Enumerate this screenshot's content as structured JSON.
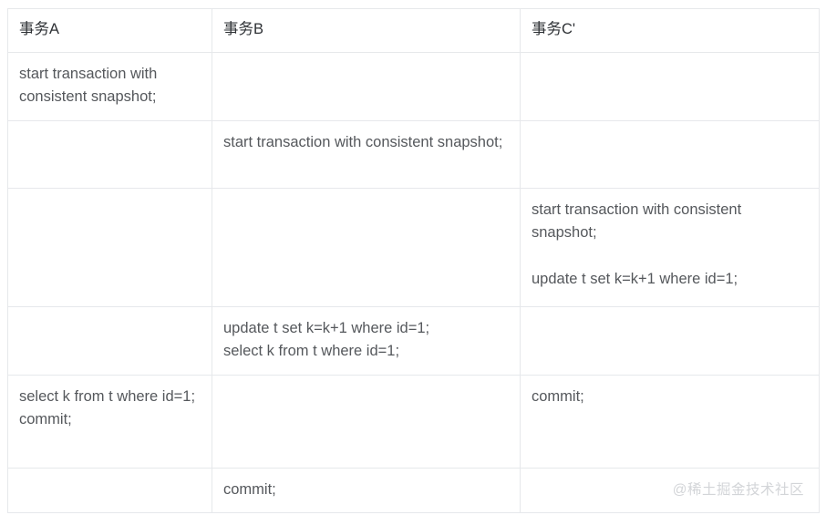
{
  "table": {
    "headers": [
      {
        "label": "事务A"
      },
      {
        "label": "事务B"
      },
      {
        "label": "事务C'"
      }
    ],
    "rows": [
      {
        "a": "start transaction with consistent snapshot;",
        "b": "",
        "c": ""
      },
      {
        "a": "",
        "b": "start transaction with consistent snapshot;",
        "c": ""
      },
      {
        "a": "",
        "b": "",
        "c": "start transaction with consistent snapshot;\n\nupdate t set k=k+1 where id=1;"
      },
      {
        "a": "",
        "b": "update t set k=k+1 where id=1;\nselect k from t where id=1;",
        "c": ""
      },
      {
        "a": "select k from t where id=1;\ncommit;",
        "b": "",
        "c": "commit;"
      },
      {
        "a": "",
        "b": "commit;",
        "c": ""
      }
    ]
  },
  "watermark": {
    "text": "@稀土掘金技术社区"
  },
  "colors": {
    "border": "#e6e8eb",
    "header_text": "#2e3135",
    "body_text": "#55585c",
    "watermark_text": "#d3d5d8",
    "background": "#ffffff"
  }
}
